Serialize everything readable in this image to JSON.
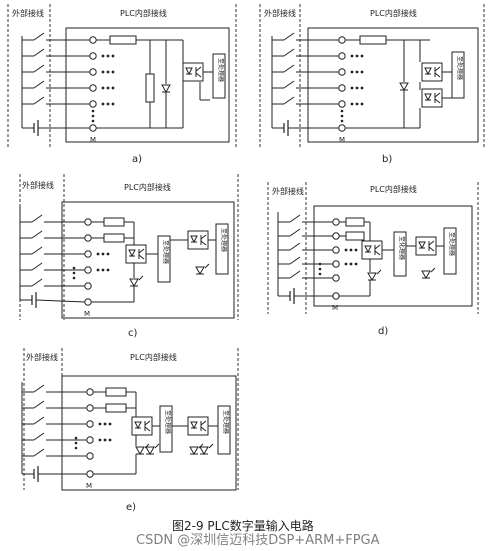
{
  "labels": {
    "external_wiring": "外部接线",
    "plc_internal_wiring": "PLC内部接线",
    "processor_box": "至处理器",
    "processor_box_b": "至处理器",
    "processor_box_d": "至化理器",
    "terminal_common": "M"
  },
  "panels": [
    {
      "id": "a",
      "caption": "a)"
    },
    {
      "id": "b",
      "caption": "b)"
    },
    {
      "id": "c",
      "caption": "c)"
    },
    {
      "id": "d",
      "caption": "d)"
    },
    {
      "id": "e",
      "caption": "e)"
    }
  ],
  "figure_caption": "图2-9 PLC数字量输入电路",
  "watermark": "CSDN @深圳信迈科技DSP+ARM+FPGA"
}
